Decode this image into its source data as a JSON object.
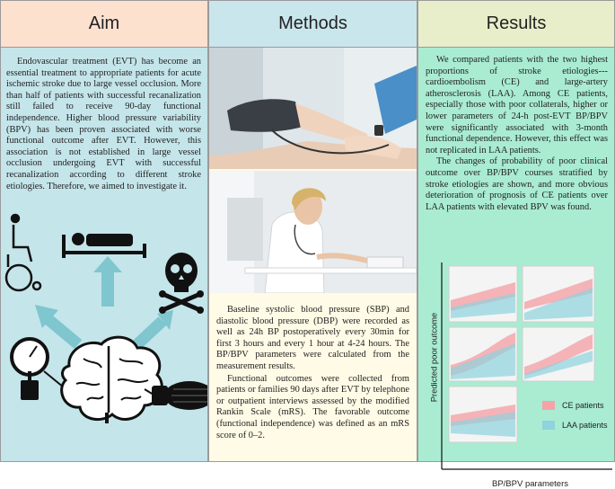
{
  "columns": {
    "aim": {
      "title": "Aim",
      "text": "Endovascular treatment (EVT) has become an essential treatment to appropriate patients for acute ischemic stroke due to large vessel occlusion. More than half of patients with successful recanalization still failed to receive 90-day functional independence. Higher blood pressure variability (BPV) has been proven associated with worse functional outcome after EVT. However, this association is not established in large vessel occlusion undergoing EVT with successful recanalization according to different stroke etiologies. Therefore, we aimed to investigate it.",
      "icons": [
        "wheelchair-icon",
        "bed-patient-icon",
        "skull-crossbones-icon",
        "blood-pressure-gauge-icon",
        "brain-icon",
        "pressure-bulb-icon"
      ]
    },
    "methods": {
      "title": "Methods",
      "photos": [
        "blood-pressure-measurement-photo",
        "doctor-at-desk-photo"
      ],
      "paragraphs": [
        "Baseline systolic blood pressure (SBP) and diastolic blood pressure (DBP) were recorded as well as 24h BP postoperatively every 30min for first 3 hours and every 1 hour at 4-24 hours. The BP/BPV parameters were calculated from the measurement results.",
        "Functional outcomes were collected from patients or families 90 days after EVT by telephone or outpatient interviews assessed by the modified Rankin Scale (mRS). The favorable outcome (functional independence) was defined as an mRS score of 0–2."
      ]
    },
    "results": {
      "title": "Results",
      "paragraphs": [
        "We compared patients with the two highest proportions of stroke etiologies---cardioembolism (CE) and large-artery atherosclerosis (LAA). Among CE patients, especially those with poor collaterals, higher or lower parameters of 24-h post-EVT BP/BPV were significantly associated with 3-month functional dependence. However, this effect was not replicated in LAA patients.",
        "The changes of probability of poor clinical outcome over BP/BPV courses stratified by stroke etiologies are shown, and more obvious deterioration of prognosis of CE patients over LAA patients with elevated BPV was found."
      ],
      "figure": {
        "ylabel": "Predicted poor outcome",
        "xlabel": "BP/BPV parameters",
        "legend": [
          {
            "label": "CE patients",
            "color": "#f4a3a8"
          },
          {
            "label": "LAA patients",
            "color": "#8fd3dd"
          }
        ]
      }
    }
  },
  "colors": {
    "aim_header": "#fde1cf",
    "methods_header": "#c9e6ec",
    "results_header": "#e8eec9",
    "aim_body": "#c4e5ea",
    "methods_body": "#fffbe6",
    "results_body": "#a9ecd2",
    "arrow": "#7fc6cf"
  }
}
